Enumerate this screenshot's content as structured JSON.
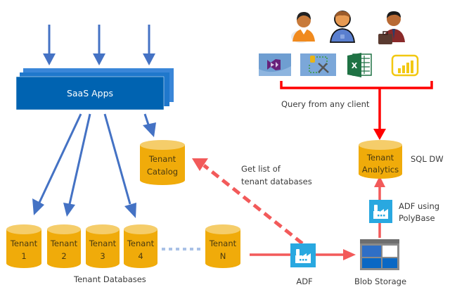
{
  "saas_apps": {
    "label": "SaaS Apps"
  },
  "tenant_catalog": {
    "line1": "Tenant",
    "line2": "Catalog"
  },
  "tenant_databases": {
    "caption": "Tenant Databases",
    "items": [
      {
        "line1": "Tenant",
        "line2": "1"
      },
      {
        "line1": "Tenant",
        "line2": "2"
      },
      {
        "line1": "Tenant",
        "line2": "3"
      },
      {
        "line1": "Tenant",
        "line2": "4"
      },
      {
        "line1": "Tenant",
        "line2": "N"
      }
    ]
  },
  "tenant_analytics": {
    "line1": "Tenant",
    "line2": "Analytics",
    "side_label": "SQL DW"
  },
  "adf": {
    "label": "ADF"
  },
  "adf_polybase": {
    "line1": "ADF using",
    "line2": "PolyBase"
  },
  "blob_storage": {
    "label": "Blob Storage"
  },
  "get_list": {
    "line1": "Get list of",
    "line2": "tenant databases"
  },
  "query_label": "Query from any client",
  "users": [
    {
      "icon": "user-woman-icon"
    },
    {
      "icon": "user-man-icon"
    },
    {
      "icon": "user-businessman-icon"
    }
  ],
  "clients": [
    {
      "icon": "visual-studio-icon"
    },
    {
      "icon": "sql-tools-icon"
    },
    {
      "icon": "excel-icon",
      "glyph": "X"
    },
    {
      "icon": "power-bi-icon"
    }
  ],
  "colors": {
    "saas_blue": "#0063b1",
    "arrow_blue": "#4472c4",
    "db_gold": "#f0ab0a",
    "db_top": "#f5cd6a",
    "flow_red": "#f25a5a",
    "query_red": "#ff0000",
    "adf_blue": "#29a8e0"
  }
}
